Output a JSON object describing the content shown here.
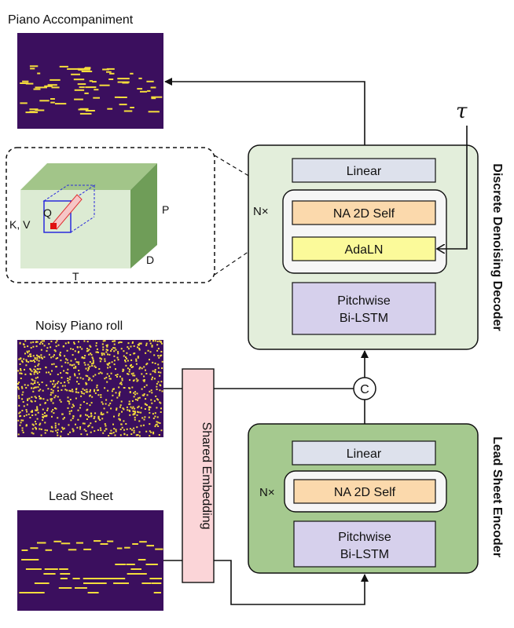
{
  "labels": {
    "piano_accompaniment": "Piano Accompaniment",
    "noisy_piano_roll": "Noisy Piano roll",
    "lead_sheet": "Lead Sheet",
    "shared_embedding": "Shared Embedding",
    "concat": "C",
    "tau": "τ"
  },
  "decoder": {
    "title": "Discrete Denoising Decoder",
    "repeat": "N×",
    "linear": "Linear",
    "na2d": "NA 2D Self",
    "adaln": "AdaLN",
    "lstm_line1": "Pitchwise",
    "lstm_line2": "Bi-LSTM"
  },
  "encoder": {
    "title": "Lead Sheet Encoder",
    "repeat": "N×",
    "linear": "Linear",
    "na2d": "NA 2D Self",
    "lstm_line1": "Pitchwise",
    "lstm_line2": "Bi-LSTM"
  },
  "inset": {
    "q": "Q",
    "kv": "K, V",
    "p": "P",
    "d": "D",
    "t": "T"
  },
  "colors": {
    "roll_bg": "#3b0f5e",
    "roll_note": "#f5dd3c",
    "decoder_bg": "#e3eedb",
    "encoder_bg": "#a5c98f",
    "linear_fill": "#dde1ec",
    "na_fill": "#fbd9ac",
    "adaln_fill": "#fbfa9a",
    "lstm_fill": "#d6d0ec",
    "embed_fill": "#fbd5d8"
  }
}
